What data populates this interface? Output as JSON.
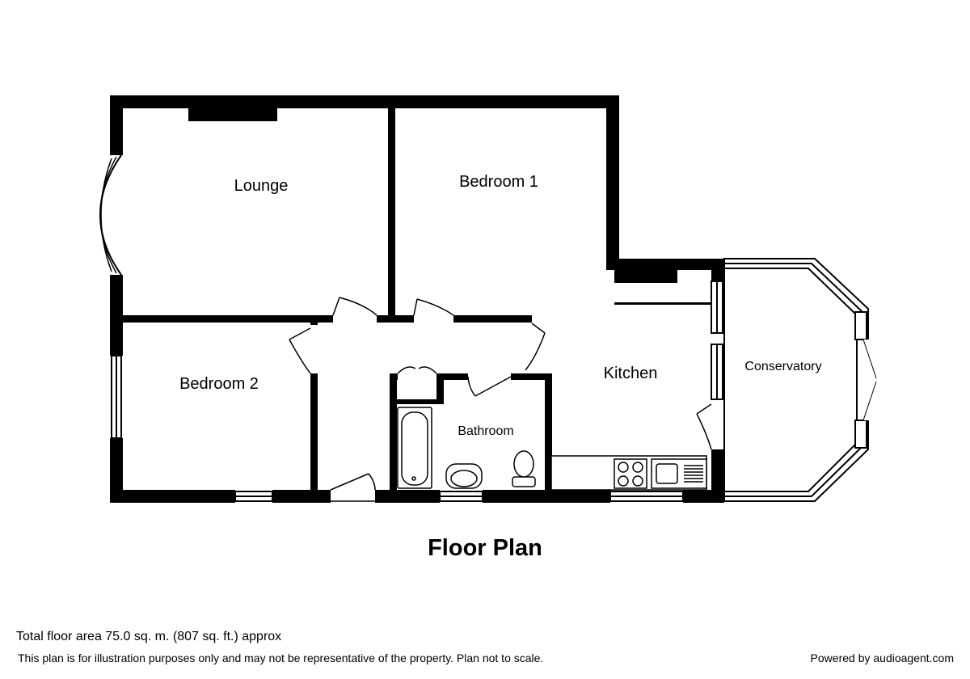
{
  "plan": {
    "title": "Floor Plan",
    "rooms": {
      "lounge": "Lounge",
      "bedroom1": "Bedroom 1",
      "bedroom2": "Bedroom 2",
      "kitchen": "Kitchen",
      "conservatory": "Conservatory",
      "bathroom": "Bathroom"
    }
  },
  "footer": {
    "total_area": "Total floor area 75.0 sq. m. (807 sq. ft.) approx",
    "disclaimer": "This plan is for illustration purposes only and may not be representative of the property. Plan not to scale.",
    "powered_by": "Powered by audioagent.com"
  }
}
